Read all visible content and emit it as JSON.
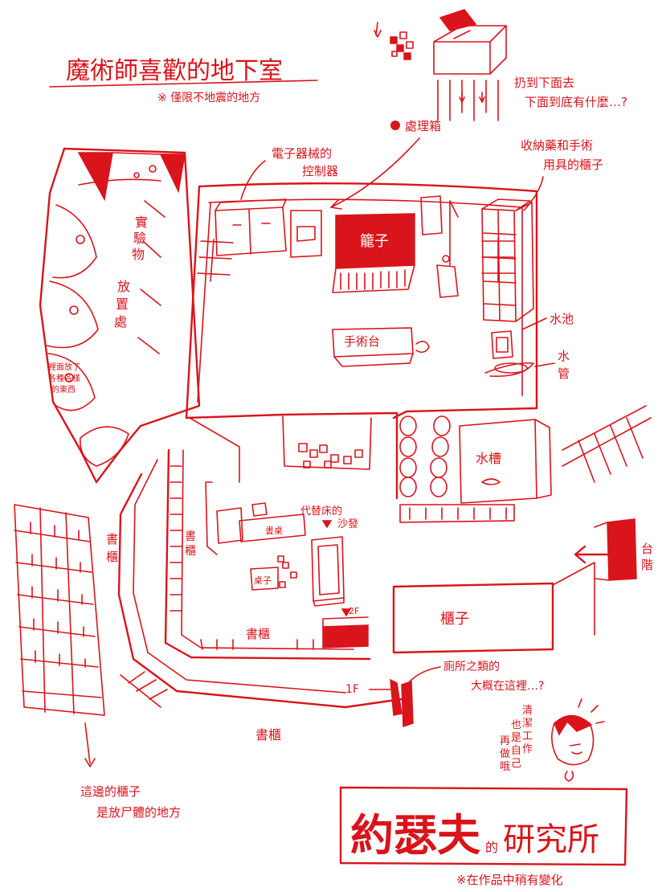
{
  "title": {
    "main": "魔術師喜歡的地下室",
    "note": "※ 僅限不地震的地方"
  },
  "top_right": {
    "throw_note_1": "扔到下面去",
    "throw_note_2": "下面到底有什麼…?"
  },
  "labels": {
    "disposal_box": "處理箱",
    "electronics_1": "電子器械的",
    "electronics_2": "控制器",
    "storage_1": "收納藥和手術",
    "storage_2": "用具的櫃子",
    "cage": "籠子",
    "surgery_table": "手術台",
    "sink": "水池",
    "hose_1": "水",
    "hose_2": "管",
    "specimen_storage": [
      "實",
      "驗",
      "物",
      "放",
      "置",
      "處"
    ],
    "inner_note_1": "裡面放了",
    "inner_note_2": "各種各樣",
    "inner_note_3": "的東西",
    "tank": "水槽",
    "sofa_1": "代替床的",
    "sofa_2": "沙發",
    "desk": "書桌",
    "table": "桌子",
    "bookshelf_inner_v": [
      "書",
      "櫃"
    ],
    "bookshelf_outer_v": [
      "書",
      "櫃"
    ],
    "bookshelf_bottom_inner": "書櫃",
    "bookshelf_bottom_outer": "書櫃",
    "cabinet": "櫃子",
    "stairs_v": [
      "台",
      "階"
    ],
    "second_floor": "2F",
    "first_floor": "1F",
    "toilet_1": "廁所之類的",
    "toilet_2": "大概在這裡…?",
    "corpse_1": "這邊的櫃子",
    "corpse_2": "是放尸體的地方",
    "cleaning": [
      "清",
      "潔",
      "工",
      "作",
      "也",
      "是",
      "自",
      "己"
    ],
    "cleaning_2": [
      "再",
      "做",
      "哦"
    ]
  },
  "footer": {
    "name": "約瑟夫",
    "particle": "的",
    "lab": "研究所",
    "note": "※在作品中稍有變化"
  },
  "colors": {
    "accent": "#d9141b",
    "background": "#ffffff"
  }
}
